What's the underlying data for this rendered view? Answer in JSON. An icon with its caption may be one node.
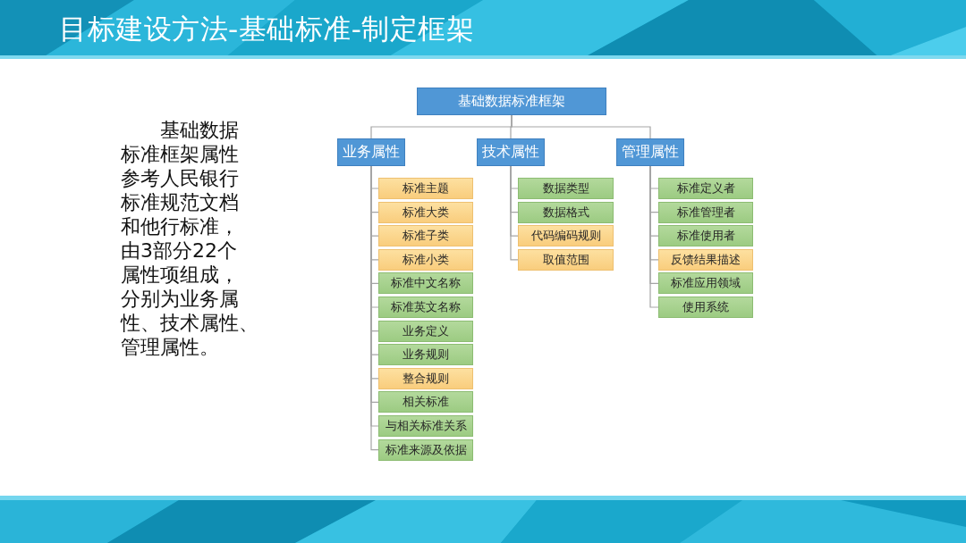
{
  "diagram": {
    "title": "目标建设方法-基础标准-制定框架",
    "nodes": [
      {
        "text": [
          "基础数据标准框架"
        ]
      },
      {
        "text": [
          "业务属性"
        ]
      },
      {
        "text": [
          "技术属性"
        ]
      },
      {
        "text": [
          "管理属性"
        ]
      },
      {
        "text": [
          "标准主题"
        ]
      },
      {
        "text": [
          "标准大类"
        ]
      },
      {
        "text": [
          "标准子类"
        ]
      },
      {
        "text": [
          "标准小类"
        ]
      },
      {
        "text": [
          "标准中文名称"
        ]
      },
      {
        "text": [
          "标准英文名称"
        ]
      },
      {
        "text": [
          "业务定义"
        ]
      },
      {
        "text": [
          "业务规则"
        ]
      },
      {
        "text": [
          "整合规则"
        ]
      },
      {
        "text": [
          "相关标准"
        ]
      },
      {
        "text": [
          "与相关标准关系"
        ]
      },
      {
        "text": [
          "标准来源及依据"
        ]
      },
      {
        "text": [
          "数据类型"
        ]
      },
      {
        "text": [
          "数据格式"
        ]
      },
      {
        "text": [
          "代码编码规则"
        ]
      },
      {
        "text": [
          "取值范围"
        ]
      },
      {
        "text": [
          "标准定义者"
        ]
      },
      {
        "text": [
          "标准管理者"
        ]
      },
      {
        "text": [
          "标准使用者"
        ]
      },
      {
        "text": [
          "反馈结果描述"
        ]
      },
      {
        "text": [
          "标准应用领域"
        ]
      },
      {
        "text": [
          "使用系统"
        ]
      }
    ],
    "edges": [
      {
        "from": 0,
        "to": 1,
        "arrow": "none"
      },
      {
        "from": 0,
        "to": 2,
        "arrow": "none"
      },
      {
        "from": 0,
        "to": 3,
        "arrow": "none"
      },
      {
        "from": 1,
        "to": 4,
        "arrow": "none"
      },
      {
        "from": 1,
        "to": 5,
        "arrow": "none"
      },
      {
        "from": 1,
        "to": 6,
        "arrow": "none"
      },
      {
        "from": 1,
        "to": 7,
        "arrow": "none"
      },
      {
        "from": 1,
        "to": 8,
        "arrow": "none"
      },
      {
        "from": 1,
        "to": 9,
        "arrow": "none"
      },
      {
        "from": 1,
        "to": 10,
        "arrow": "none"
      },
      {
        "from": 1,
        "to": 11,
        "arrow": "none"
      },
      {
        "from": 1,
        "to": 12,
        "arrow": "none"
      },
      {
        "from": 1,
        "to": 13,
        "arrow": "none"
      },
      {
        "from": 1,
        "to": 14,
        "arrow": "none"
      },
      {
        "from": 1,
        "to": 15,
        "arrow": "none"
      },
      {
        "from": 2,
        "to": 16,
        "arrow": "none"
      },
      {
        "from": 2,
        "to": 17,
        "arrow": "none"
      },
      {
        "from": 2,
        "to": 18,
        "arrow": "none"
      },
      {
        "from": 2,
        "to": 19,
        "arrow": "none"
      },
      {
        "from": 3,
        "to": 20,
        "arrow": "none"
      },
      {
        "from": 3,
        "to": 21,
        "arrow": "none"
      },
      {
        "from": 3,
        "to": 22,
        "arrow": "none"
      },
      {
        "from": 3,
        "to": 23,
        "arrow": "none"
      },
      {
        "from": 3,
        "to": 24,
        "arrow": "none"
      },
      {
        "from": 3,
        "to": 25,
        "arrow": "none"
      }
    ],
    "labels": [
      "基础数据标准框架属性参考人民银行标准规范文档和他行标准，由3部分22个属性项组成，分别为业务属性、技术属性、管理属性。"
    ]
  }
}
